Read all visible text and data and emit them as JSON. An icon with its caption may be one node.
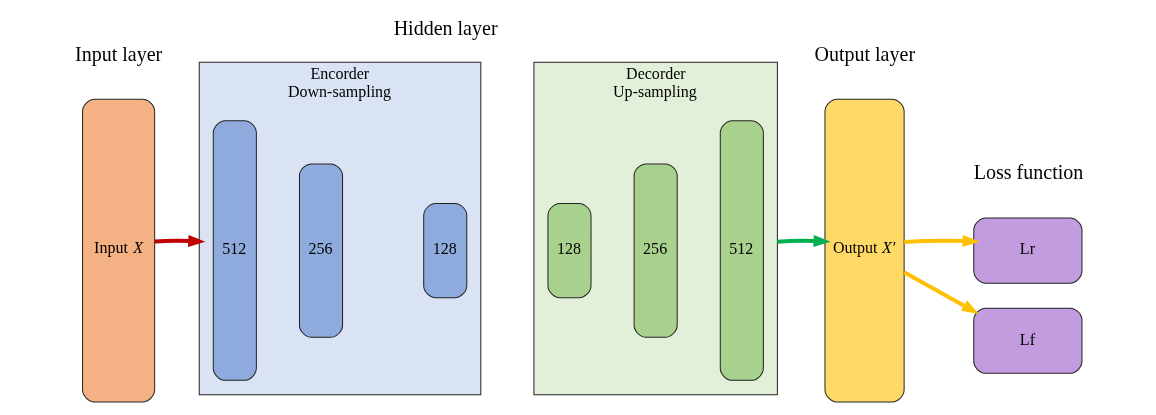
{
  "diagram": {
    "nodes": [
      {
        "text": [
          "Input *X*"
        ]
      },
      {
        "text": [
          "Encorder",
          "Down-sampling"
        ]
      },
      {
        "text": [
          "512"
        ],
        "in": 1
      },
      {
        "text": [
          "256"
        ],
        "in": 1
      },
      {
        "text": [
          "128"
        ],
        "in": 1
      },
      {
        "text": [
          "Decorder",
          "Up-sampling"
        ]
      },
      {
        "text": [
          "128"
        ],
        "in": 5
      },
      {
        "text": [
          "256"
        ],
        "in": 5
      },
      {
        "text": [
          "512"
        ],
        "in": 5
      },
      {
        "text": [
          "Output *X′*"
        ]
      },
      {
        "text": [
          "Lr"
        ]
      },
      {
        "text": [
          "Lf"
        ]
      }
    ],
    "edges": [
      {
        "from": 0,
        "to": 1,
        "arrow": "to",
        "color": "#c00000"
      },
      {
        "from": 5,
        "to": 9,
        "arrow": "to",
        "color": "#00b050"
      },
      {
        "from": 9,
        "to": 10,
        "arrow": "to",
        "color": "#ffc000"
      },
      {
        "from": 9,
        "to": 11,
        "arrow": "to",
        "color": "#ffc000"
      }
    ],
    "labels": [
      "Input layer",
      "Hidden layer",
      "Output layer",
      "Loss function"
    ]
  }
}
